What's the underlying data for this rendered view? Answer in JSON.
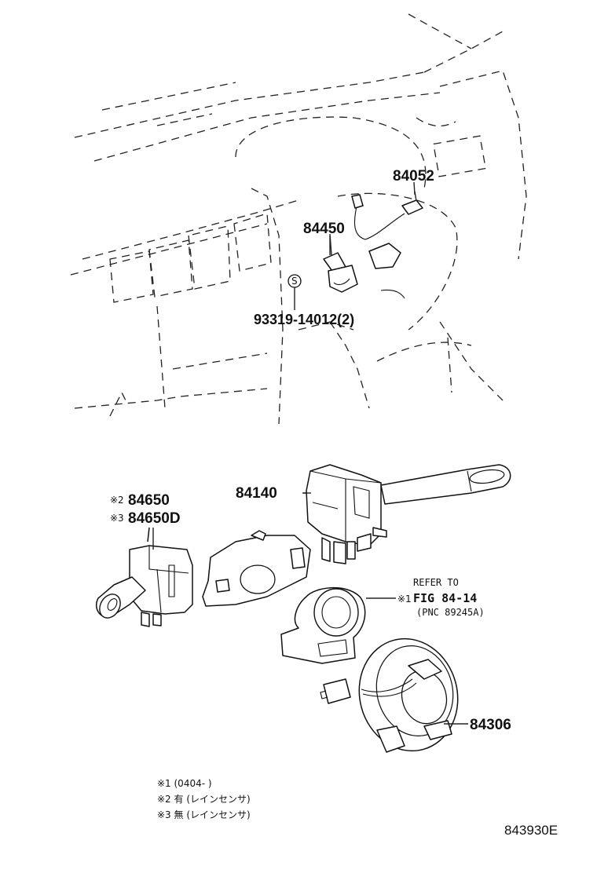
{
  "parts": {
    "p84052": "84052",
    "p84450": "84450",
    "bolt_mark": "S",
    "p93319": "93319-14012(2)",
    "p84140": "84140",
    "mark2": "※2",
    "p84650": "84650",
    "mark3": "※3",
    "p84650d": "84650D",
    "p84306": "84306"
  },
  "reference": {
    "line1": "REFER TO",
    "mark1": "※1",
    "line2": "FIG  84-14",
    "line3": "(PNC  89245A)"
  },
  "notes": [
    "※1 (0404-      )",
    "※2 有 (レインセンサ)",
    "※3 無 (レインセンサ)"
  ],
  "figure_number": "843930E"
}
